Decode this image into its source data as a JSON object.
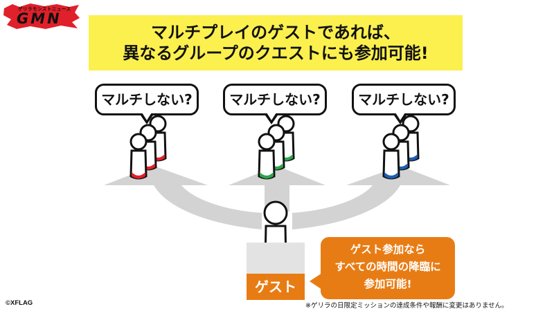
{
  "logo": {
    "top_text": "ゲリラモンストニュース",
    "main_text": "GMN",
    "accent": "#e0202a"
  },
  "headline": {
    "line1": "マルチプレイのゲストであれば、",
    "line2": "異なるグループのクエストにも参加可能!",
    "background": "#fbf04e"
  },
  "groups": [
    {
      "bubble": "マルチしない?",
      "accent": "#e0202a"
    },
    {
      "bubble": "マルチしない?",
      "accent": "#2fa34a"
    },
    {
      "bubble": "マルチしない?",
      "accent": "#1f5fb0"
    }
  ],
  "guest": {
    "label": "ゲスト",
    "accent": "#e87c14"
  },
  "callout": {
    "line1": "ゲスト参加なら",
    "line2": "すべての時間の降臨に",
    "line3": "参加可能!",
    "background": "#e87c14"
  },
  "footer": {
    "copyright": "©XFLAG",
    "note": "※ゲリラの日限定ミッションの達成条件や報酬に変更はありません。"
  },
  "icons": [
    "person-icon",
    "arrow-icon",
    "speech-bubble-icon"
  ]
}
